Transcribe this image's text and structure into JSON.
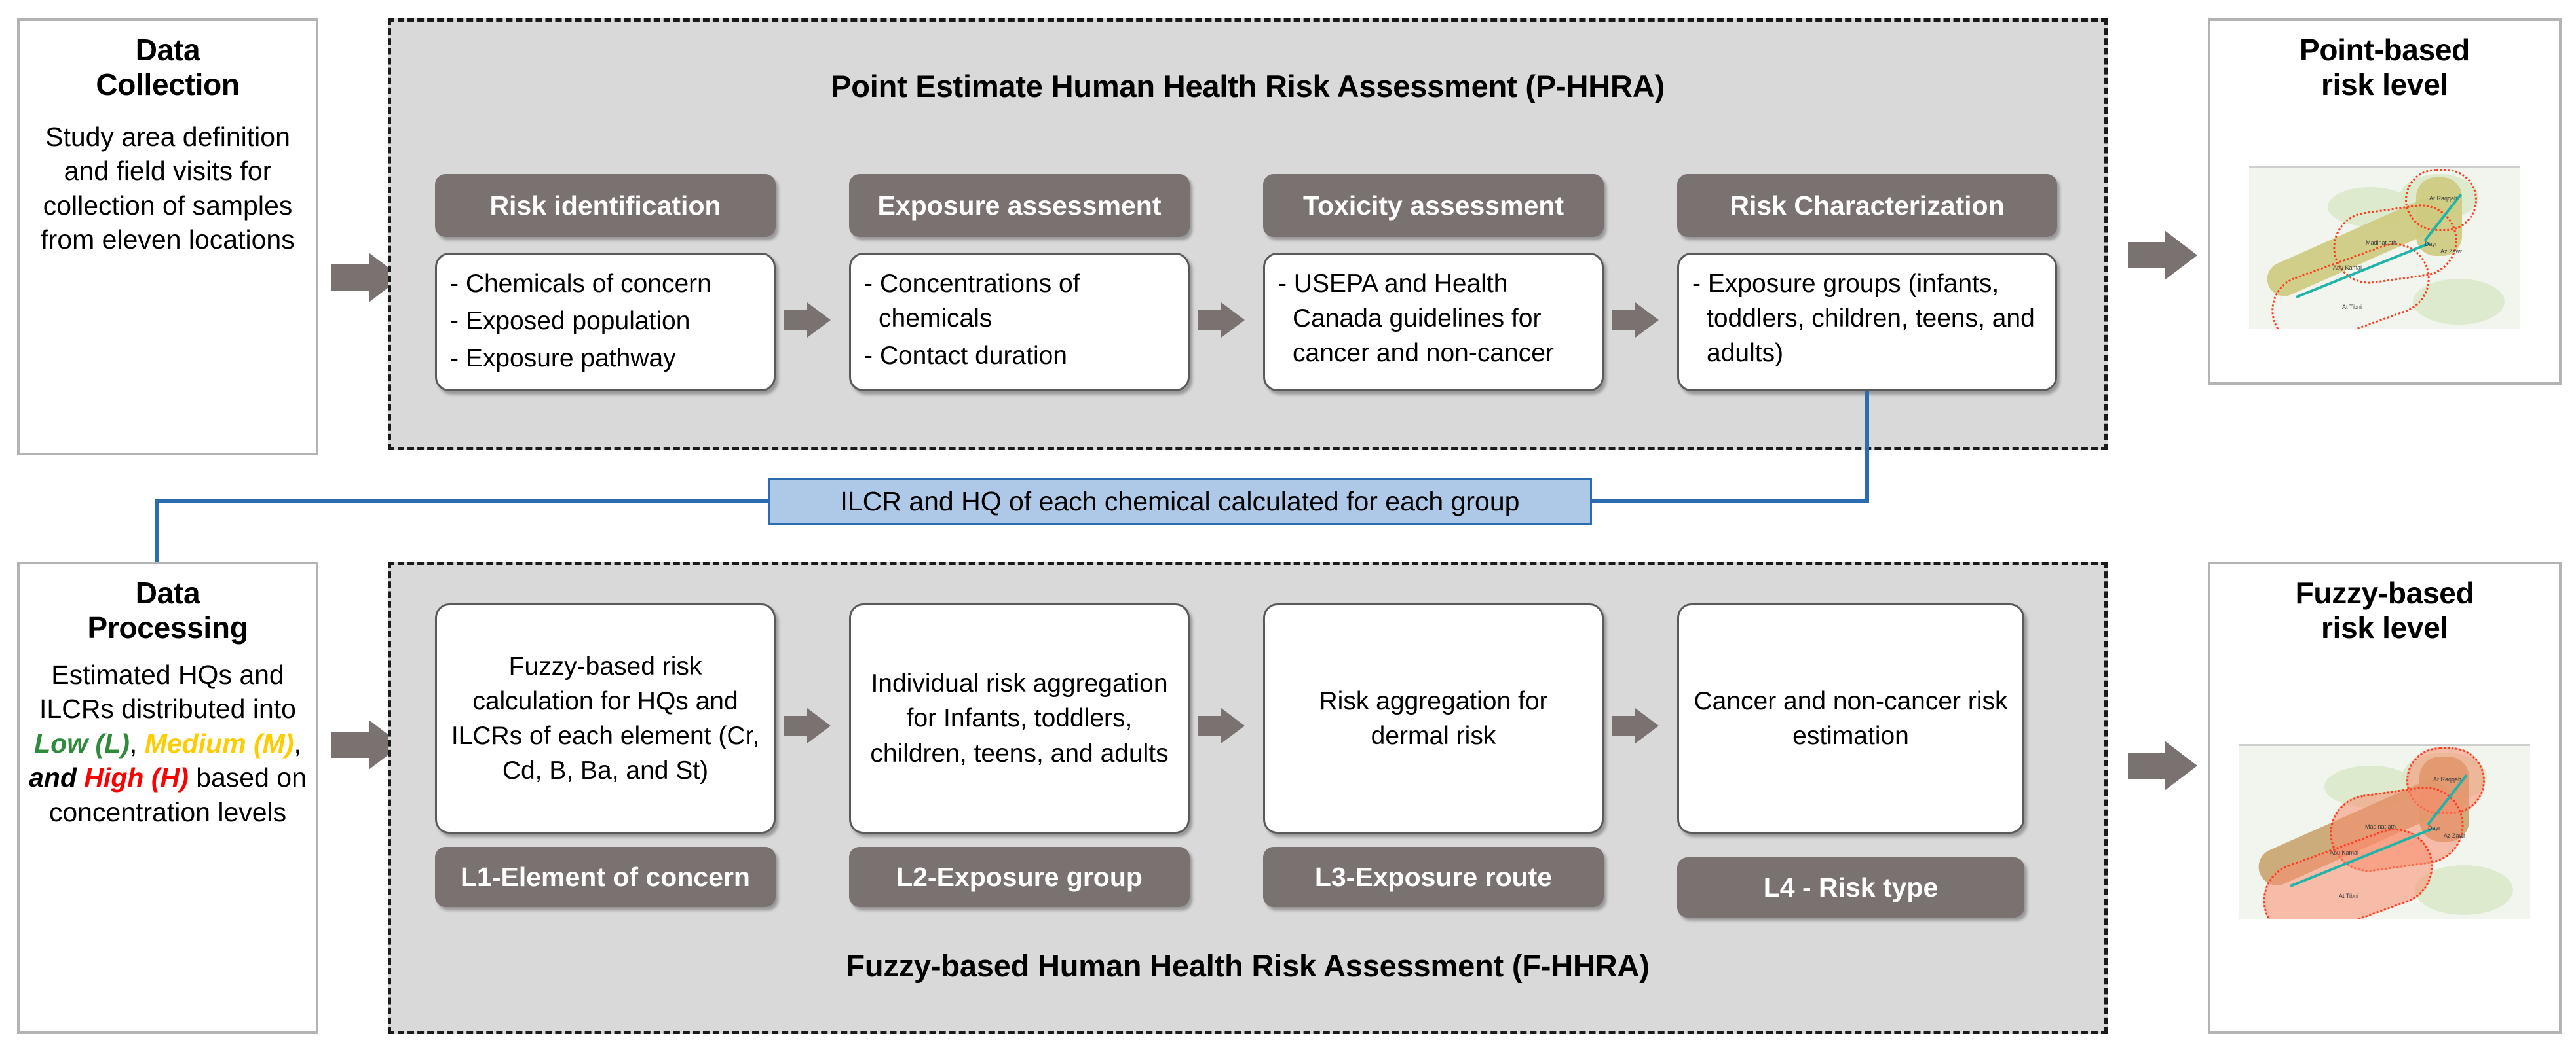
{
  "left_panels": {
    "data_collection": {
      "title_line1": "Data",
      "title_line2": "Collection",
      "body": "Study area definition and field visits for collection of samples from eleven locations"
    },
    "data_processing": {
      "title_line1": "Data",
      "title_line2": "Processing",
      "body_pre": "Estimated HQs and ILCRs distributed into ",
      "level_low": "Low (L)",
      "sep1": ", ",
      "level_medium": "Medium (M)",
      "sep2": ", ",
      "conjunction": "and ",
      "level_high": "High (H)",
      "body_post": " based on concentration levels"
    }
  },
  "phhra": {
    "title": "Point Estimate Human Health Risk Assessment (P-HHRA)",
    "stages": [
      {
        "head": "Risk identification",
        "items": [
          "- Chemicals of concern",
          "- Exposed population",
          "- Exposure pathway"
        ]
      },
      {
        "head": "Exposure assessment",
        "items": [
          "- Concentrations of chemicals",
          "- Contact duration"
        ]
      },
      {
        "head": "Toxicity assessment",
        "items": [
          "- USEPA and Health Canada guidelines for cancer and non-cancer"
        ]
      },
      {
        "head": "Risk Characterization",
        "items": [
          "- Exposure groups (infants, toddlers, children, teens, and adults)"
        ]
      }
    ]
  },
  "connector": {
    "label": "ILCR and HQ of each chemical calculated for each group"
  },
  "fhhra": {
    "title": "Fuzzy-based Human Health Risk Assessment (F-HHRA)",
    "stages": [
      {
        "body": "Fuzzy-based risk calculation for HQs and ILCRs of each element (Cr, Cd, B, Ba, and St)",
        "level": "L1-Element of concern"
      },
      {
        "body": "Individual risk aggregation for Infants, toddlers, children, teens, and adults",
        "level": "L2-Exposure group"
      },
      {
        "body": "Risk aggregation for dermal risk",
        "level": "L3-Exposure route"
      },
      {
        "body": "Cancer and non-cancer risk estimation",
        "level": "L4 - Risk type"
      }
    ]
  },
  "outputs": {
    "point_based": {
      "title_line1": "Point-based",
      "title_line2": "risk level"
    },
    "fuzzy_based": {
      "title_line1": "Fuzzy-based",
      "title_line2": "risk level"
    }
  },
  "colors": {
    "low": "#2E8B3C",
    "medium": "#FFCC00",
    "high": "#FF0000",
    "stage_header": "#7a7271",
    "section_fill": "#d9d9d9",
    "connector_fill": "#aec8e8",
    "connector_stroke": "#2b6cb0"
  }
}
